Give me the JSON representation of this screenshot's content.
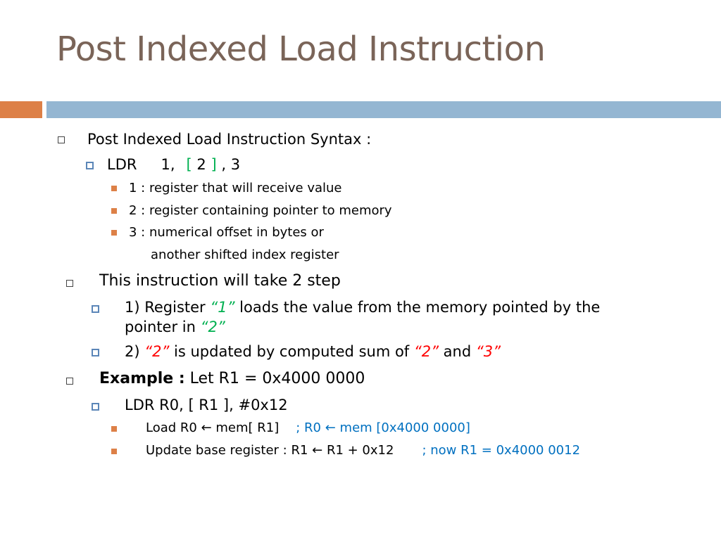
{
  "slide": {
    "title": "Post Indexed Load Instruction",
    "colors": {
      "title": "#7a6458",
      "accent_orange": "#dd8047",
      "accent_blue": "#94b6d2",
      "green": "#00b050",
      "red": "#ff0000",
      "blue": "#0070c0"
    },
    "syntax": {
      "heading": "Post Indexed Load Instruction Syntax :",
      "ldr": {
        "op": "LDR",
        "a": "1,",
        "open": "[",
        "b": "2",
        "close": "]",
        "tail": ", 3"
      },
      "items": [
        "1 :  register that will receive value",
        "2 :  register containing pointer to memory",
        "3 :  numerical offset in bytes or"
      ],
      "continuation": "another shifted index register"
    },
    "steps": {
      "heading": "This instruction will take 2 step",
      "step1": {
        "pre": "1) Register ",
        "q1": "“1”",
        "mid": " loads the value from the memory pointed by the",
        "line2": "pointer in ",
        "q2": "“2”"
      },
      "step2": {
        "pre": "2)  ",
        "q2": "“2”",
        "mid": " is updated by computed sum of ",
        "q2b": "“2”",
        "and": " and ",
        "q3": "“3”"
      }
    },
    "example": {
      "label": "Example :",
      "text": " Let R1 = 0x4000 0000",
      "instr": "LDR  R0,  [ R1 ],  #0x12",
      "line1": {
        "code": "Load  R0 ← mem[ R1]",
        "comment": "; R0 ← mem [0x4000 0000]"
      },
      "line2": {
        "code": "Update base register : R1 ← R1 + 0x12",
        "comment": "; now R1 = 0x4000 0012"
      }
    }
  }
}
